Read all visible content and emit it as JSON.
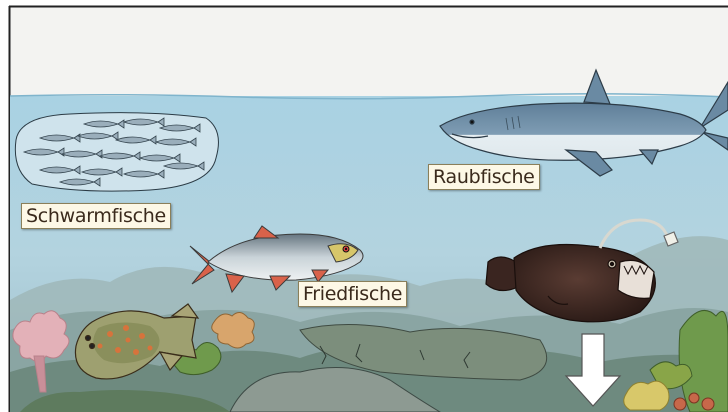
{
  "labels": {
    "raubfische": "Raubfische",
    "schwarmfische": "Schwarmfische",
    "friedfische": "Friedfische"
  },
  "colors": {
    "sky": "#f3f3f1",
    "water_top": "#a9cfe0",
    "water_mid": "#9cc3d4",
    "seabed": "#6f8f86",
    "label_bg": "#fdf8e6"
  },
  "icons": {
    "down_arrow": "down-arrow-icon"
  }
}
